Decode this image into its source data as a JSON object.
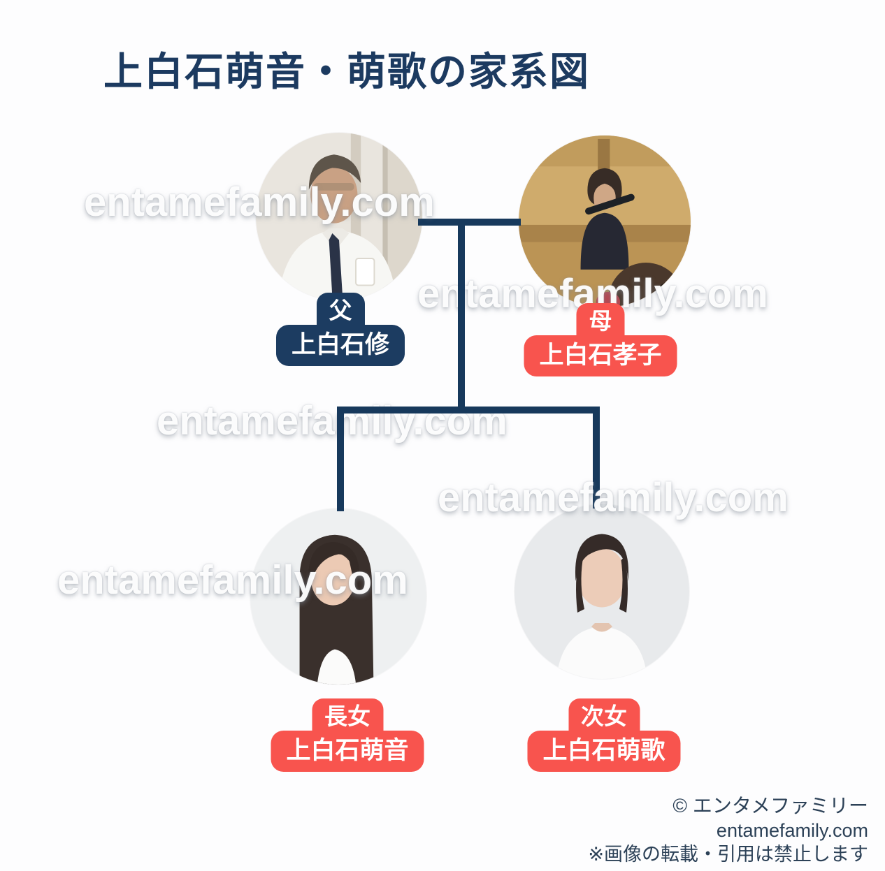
{
  "title": "上白石萌音・萌歌の家系図",
  "watermark": {
    "text": "entamefamily.com"
  },
  "people": [
    {
      "id": "father",
      "relation": "父",
      "name": "上白石修",
      "label_color": "#1c3c61"
    },
    {
      "id": "mother",
      "relation": "母",
      "name": "上白石孝子",
      "label_color": "#f8544e"
    },
    {
      "id": "daughter1",
      "relation": "長女",
      "name": "上白石萌音",
      "label_color": "#f8544e"
    },
    {
      "id": "daughter2",
      "relation": "次女",
      "name": "上白石萌歌",
      "label_color": "#f8544e"
    }
  ],
  "footer": {
    "copyright": "© エンタメファミリー",
    "site": "entamefamily.com",
    "notice": "※画像の転載・引用は禁止します"
  },
  "colors": {
    "connector_line": "#17395c",
    "title_text": "#1c3a60",
    "father_label": "#1c3c61",
    "red_label": "#f8544e",
    "footer_text": "#2c4157",
    "background": "#fdfdfe"
  }
}
